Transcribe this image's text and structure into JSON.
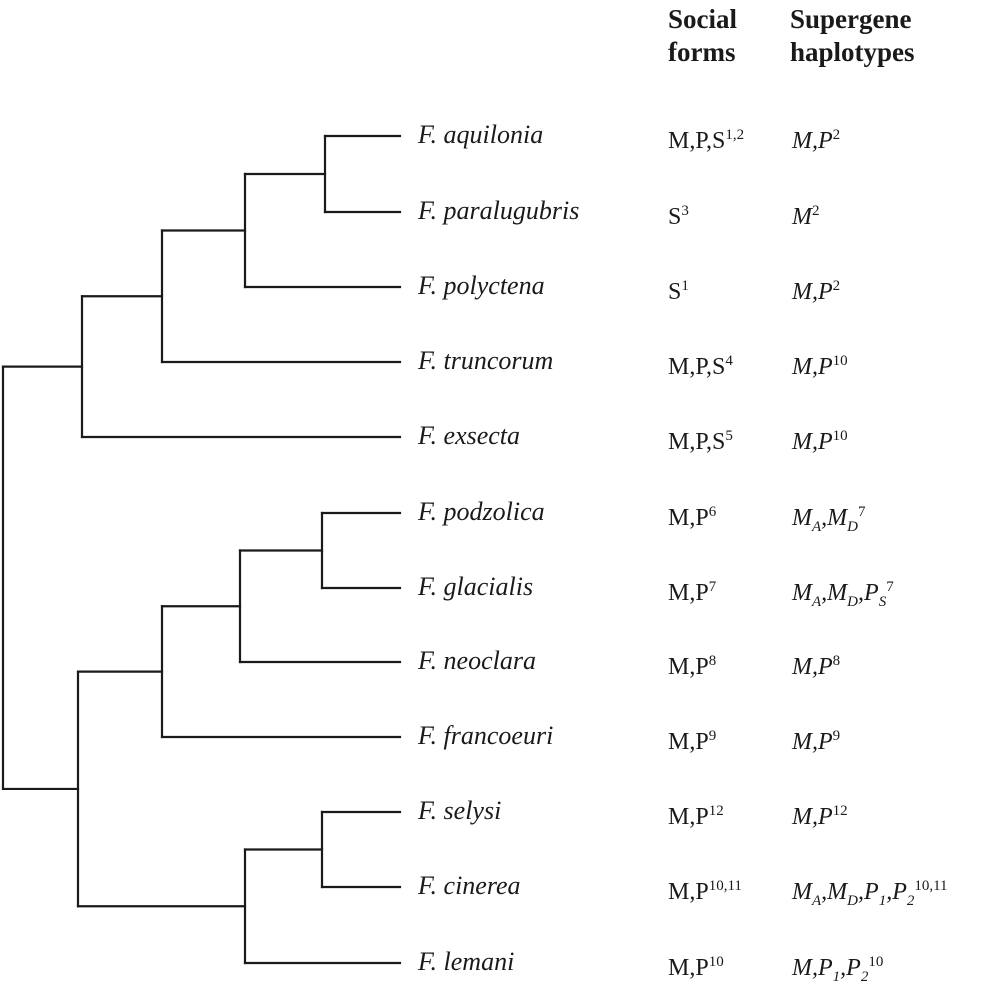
{
  "headers": {
    "social": [
      "Social",
      "forms"
    ],
    "haplotypes": [
      "Supergene",
      "haplotypes"
    ]
  },
  "species": [
    {
      "name": "F. aquilonia",
      "social": {
        "text": "M,P,S",
        "sup": "1,2"
      },
      "haplotypes": {
        "tokens": [
          {
            "t": "M,P",
            "sub": ""
          }
        ],
        "sup": "2"
      }
    },
    {
      "name": "F. paralugubris",
      "social": {
        "text": "S",
        "sup": "3"
      },
      "haplotypes": {
        "tokens": [
          {
            "t": "M",
            "sub": ""
          }
        ],
        "sup": "2"
      }
    },
    {
      "name": "F. polyctena",
      "social": {
        "text": "S",
        "sup": "1"
      },
      "haplotypes": {
        "tokens": [
          {
            "t": "M,P",
            "sub": ""
          }
        ],
        "sup": "2"
      }
    },
    {
      "name": "F. truncorum",
      "social": {
        "text": "M,P,S",
        "sup": "4"
      },
      "haplotypes": {
        "tokens": [
          {
            "t": "M,P",
            "sub": ""
          }
        ],
        "sup": "10"
      }
    },
    {
      "name": "F. exsecta",
      "social": {
        "text": "M,P,S",
        "sup": "5"
      },
      "haplotypes": {
        "tokens": [
          {
            "t": "M,P",
            "sub": ""
          }
        ],
        "sup": "10"
      }
    },
    {
      "name": "F. podzolica",
      "social": {
        "text": "M,P",
        "sup": "6"
      },
      "haplotypes": {
        "tokens": [
          {
            "t": "M",
            "sub": "A"
          },
          {
            "t": ",M",
            "sub": "D"
          }
        ],
        "sup": "7"
      }
    },
    {
      "name": "F. glacialis",
      "social": {
        "text": "M,P",
        "sup": "7"
      },
      "haplotypes": {
        "tokens": [
          {
            "t": "M",
            "sub": "A"
          },
          {
            "t": ",M",
            "sub": "D"
          },
          {
            "t": ",P",
            "sub": "S"
          }
        ],
        "sup": "7"
      }
    },
    {
      "name": "F. neoclara",
      "social": {
        "text": "M,P",
        "sup": "8"
      },
      "haplotypes": {
        "tokens": [
          {
            "t": "M,P",
            "sub": ""
          }
        ],
        "sup": "8"
      }
    },
    {
      "name": "F. francoeuri",
      "social": {
        "text": "M,P",
        "sup": "9"
      },
      "haplotypes": {
        "tokens": [
          {
            "t": "M,P",
            "sub": ""
          }
        ],
        "sup": "9"
      }
    },
    {
      "name": "F. selysi",
      "social": {
        "text": "M,P",
        "sup": "12"
      },
      "haplotypes": {
        "tokens": [
          {
            "t": "M,P",
            "sub": ""
          }
        ],
        "sup": "12"
      }
    },
    {
      "name": "F. cinerea",
      "social": {
        "text": "M,P",
        "sup": "10,11"
      },
      "haplotypes": {
        "tokens": [
          {
            "t": "M",
            "sub": "A"
          },
          {
            "t": ",M",
            "sub": "D"
          },
          {
            "t": ",P",
            "sub": "1"
          },
          {
            "t": ",P",
            "sub": "2"
          }
        ],
        "sup": "10,11"
      }
    },
    {
      "name": "F. lemani",
      "social": {
        "text": "M,P",
        "sup": "10"
      },
      "haplotypes": {
        "tokens": [
          {
            "t": "M,P",
            "sub": "1"
          },
          {
            "t": ",P",
            "sub": "2"
          }
        ],
        "sup": "10"
      }
    }
  ],
  "colors": {
    "line": "#1a1a1a",
    "text": "#1a1a1a",
    "background": "#ffffff"
  }
}
